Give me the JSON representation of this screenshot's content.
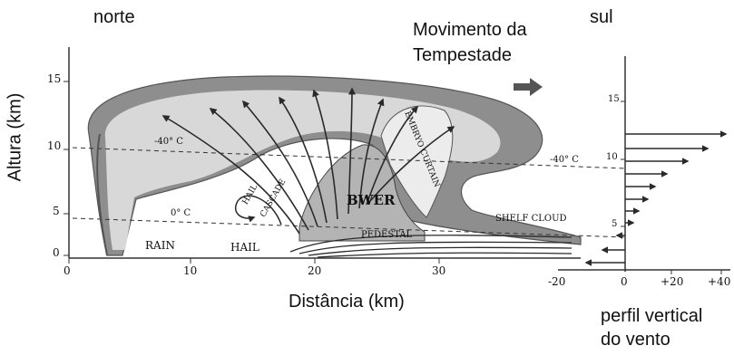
{
  "labels": {
    "north": "norte",
    "south": "sul",
    "storm_motion": "Movimento da Tempestade",
    "storm_motion_line1": "Movimento da",
    "storm_motion_line2": "Tempestade",
    "y_axis": "Altura (km)",
    "x_axis": "Distância (km)",
    "wind_profile_line1": "perfil vertical",
    "wind_profile_line2": "do vento"
  },
  "main_axis": {
    "y_ticks": [
      "0",
      "5",
      "10",
      "15"
    ],
    "x_ticks": [
      "0",
      "10",
      "20",
      "30"
    ]
  },
  "wind_axis": {
    "y_ticks": [
      "5",
      "10",
      "15"
    ],
    "x_ticks": [
      "-20",
      "0",
      "+20",
      "+40"
    ]
  },
  "annotations": {
    "minus40": "-40° C",
    "minus40_right": "-40° C",
    "zero_deg": "0° C",
    "bwer": "BWER",
    "shelf_cloud": "SHELF CLOUD",
    "pedestal": "PEDESTAL",
    "rain": "RAIN",
    "hail": "HAIL",
    "hail_cascade_1": "HAIL",
    "hail_cascade_2": "CASCADE",
    "embryo_curtain": "EMBRYO CURTAIN"
  },
  "colors": {
    "cloud_fill": "#8e8e8e",
    "cloud_inner": "#d8d8d8",
    "line": "#2a2a2a"
  }
}
